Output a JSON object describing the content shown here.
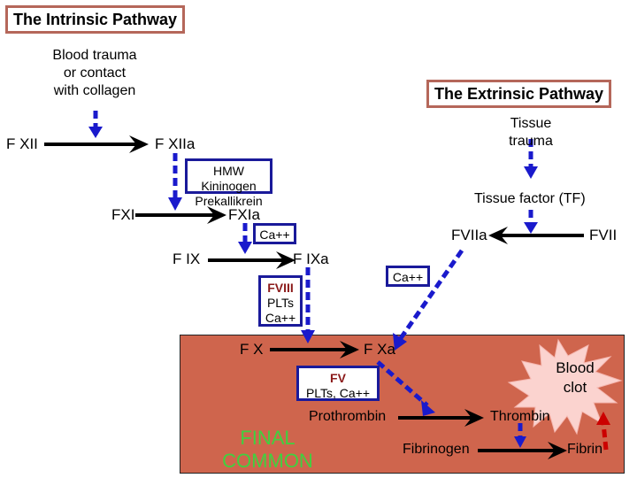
{
  "titles": {
    "intrinsic": "The Intrinsic Pathway",
    "extrinsic": "The Extrinsic Pathway"
  },
  "intrinsic": {
    "trigger": [
      "Blood trauma",
      "or contact",
      "with collagen"
    ],
    "fxii": "F XII",
    "fxiia": "F XIIa",
    "cofactor_hmw": [
      "HMW Kininogen",
      "Prekallikrein"
    ],
    "fxi": "FXI",
    "fxia": "FXIa",
    "cofactor_ca1": "Ca++",
    "fix": "F IX",
    "fixa": "F IXa",
    "cofactor_fviii": {
      "factor": "FVIII",
      "lines": [
        "PLTs",
        "Ca++"
      ]
    }
  },
  "extrinsic": {
    "trigger": [
      "Tissue",
      "trauma"
    ],
    "tissue_factor": "Tissue factor (TF)",
    "fviia": "FVIIa",
    "fvii": "FVII",
    "cofactor_ca": "Ca++"
  },
  "common": {
    "fx": "F X",
    "fxa": "F Xa",
    "cofactor_fv": {
      "factor": "FV",
      "line": "PLTs, Ca++"
    },
    "prothrombin": "Prothrombin",
    "thrombin": "Thrombin",
    "fibrinogen": "Fibrinogen",
    "fibrin": "Fibrin",
    "label": [
      "FINAL",
      "COMMON"
    ],
    "clot": [
      "Blood",
      "clot"
    ]
  },
  "colors": {
    "common_fill": "#cf654d",
    "title_border": "#b5675a",
    "activation_arrow": "#1a1acc",
    "cofactor_border": "#1a1a9a",
    "final_common_text": "#3fd13f",
    "clot_fill": "#fbd3cf",
    "clot_arrow": "#cc0000",
    "factor_highlight": "#8b1a1a"
  }
}
